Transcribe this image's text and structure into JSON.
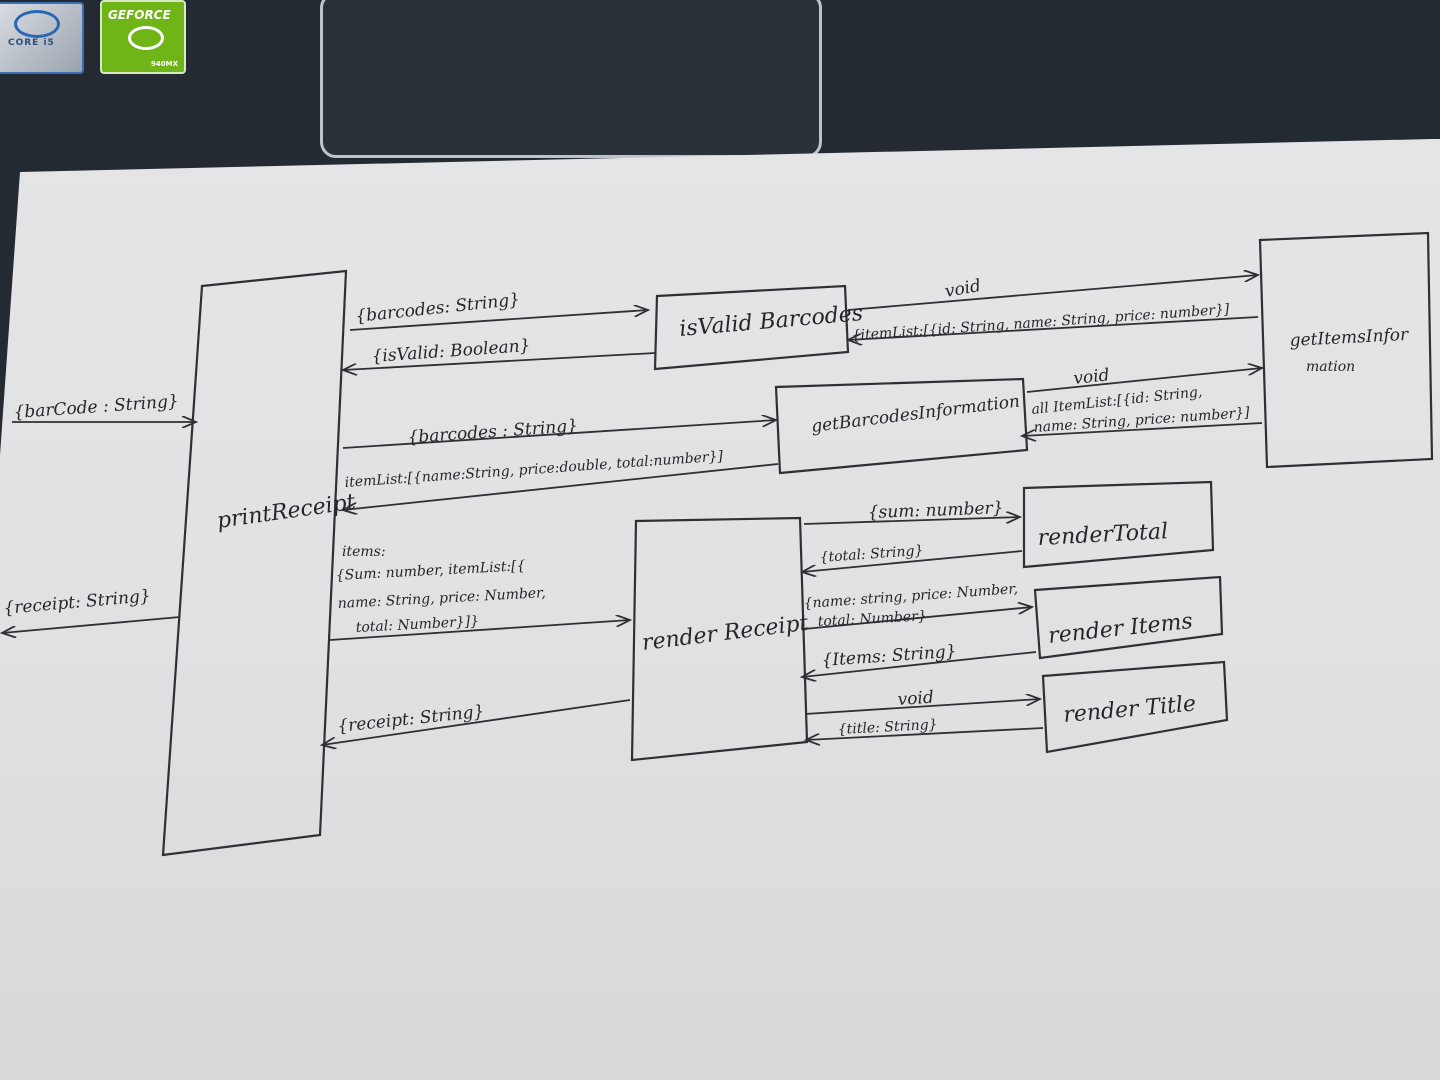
{
  "stickers": {
    "intel_text": "CORE i5",
    "nvidia_brand": "GEFORCE",
    "nvidia_model": "940MX"
  },
  "boxes": {
    "print_receipt": "printReceipt",
    "is_valid_barcodes": "isValid Barcodes",
    "get_items_information_1": "getItemsInfor",
    "get_items_information_2": "mation",
    "get_barcodes_information": "getBarcodesInformation",
    "render_receipt": "render Receipt",
    "render_total": "renderTotal",
    "render_items": "render Items",
    "render_title": "render Title"
  },
  "labels": {
    "input_barcode": "{barCode : String}",
    "output_receipt": "{receipt: String}",
    "to_is_valid": "{barcodes: String}",
    "from_is_valid": "{isValid: Boolean}",
    "to_get_barcodes": "{barcodes : String}",
    "from_get_barcodes": "itemList:[{name:String, price:double, total:number}]",
    "items_line1": "items:",
    "items_line2": "{Sum: number, itemList:[{",
    "items_line3": "name: String, price: Number,",
    "items_line4": "total: Number}]}",
    "receipt_back": "{receipt: String}",
    "void_top": "void",
    "item_list_top": "{itemList:[{id: String, name: String, price: number}]",
    "void_mid": "void",
    "all_item_list_1": "all ItemList:[{id: String,",
    "all_item_list_2": "name: String, price: number}]",
    "to_render_total": "{sum: number}",
    "from_render_total": "{total: String}",
    "to_render_items_1": "{name: string, price: Number,",
    "to_render_items_2": "total: Number}",
    "from_render_items": "{Items: String}",
    "to_render_title": "void",
    "from_render_title": "{title: String}"
  }
}
